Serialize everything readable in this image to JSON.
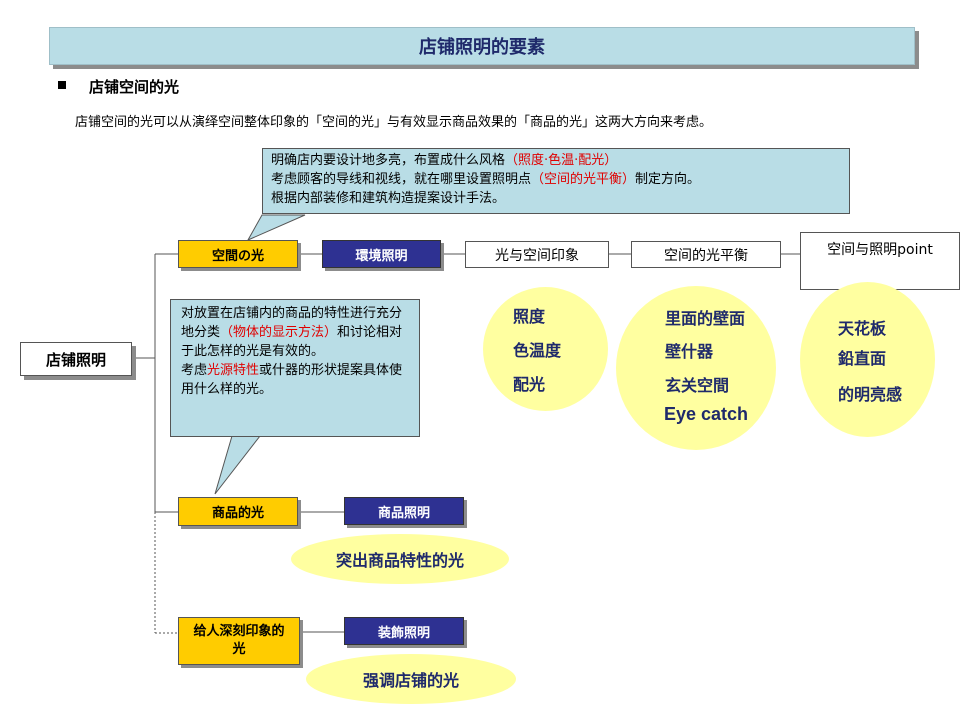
{
  "slide": {
    "title": "店铺照明的要素",
    "section_heading": "店铺空间的光",
    "intro": "店铺空间的光可以从演绎空间整体印象的「空间的光」与有效显示商品效果的「商品的光」这两大方向来考虑。"
  },
  "callout_top": {
    "line1_text": "明确店内要设计地多亮，布置成什么风格",
    "line1_highlight": "（照度·色温·配光）",
    "line2_text": "考虑顾客的导线和视线，就在哪里设置照明点",
    "line2_highlight": "（空间的光平衡）",
    "line2_tail": "制定方向。",
    "line3_text": "根据内部装修和建筑构造提案设计手法。"
  },
  "callout_mid": {
    "part1": "对放置在店铺内的商品的特性进行充分地分类",
    "part1_highlight": "（物体的显示方法）",
    "part2": "和讨论相对于此怎样的光是有效的。",
    "part3": "考虑",
    "part3_highlight": "光源特性",
    "part3_tail": "或什器的形状提案具体使用什么样的光。"
  },
  "tree": {
    "root": "店铺照明",
    "branch1": "空間の光",
    "branch1_lighting": "環境照明",
    "light_and_space": "光与空间印象",
    "space_balance": "空间的光平衡",
    "space_point": "空间与照明point",
    "branch2": "商品的光",
    "branch2_lighting": "商品照明",
    "branch3": "给人深刻印象的光",
    "branch3_lighting": "装飾照明"
  },
  "ellipses": {
    "e1": [
      "照度",
      "色温度",
      "配光"
    ],
    "e2": [
      "里面的壁面",
      "壁什器",
      "玄关空間",
      "Eye catch"
    ],
    "e3": [
      "天花板",
      "鉛直面",
      "的明亮感"
    ],
    "product_feature": "突出商品特性的光",
    "emphasize_shop": "强调店铺的光"
  },
  "colors": {
    "title_bg": "#b9dde6",
    "yellow_box": "#ffcc00",
    "navy_box": "#2e3192",
    "ellipse_fill": "#ffffa0",
    "highlight_red": "#e00000"
  }
}
